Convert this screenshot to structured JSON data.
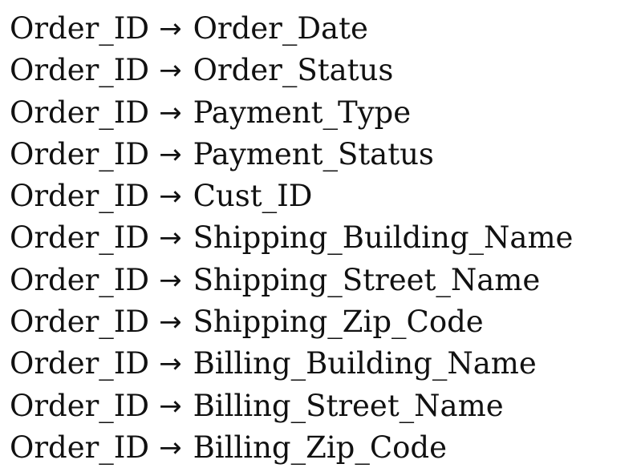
{
  "dependencies": [
    {
      "lhs": "Order_ID",
      "arrow": "→",
      "rhs": "Order_Date"
    },
    {
      "lhs": "Order_ID",
      "arrow": "→",
      "rhs": "Order_Status"
    },
    {
      "lhs": "Order_ID",
      "arrow": "→",
      "rhs": "Payment_Type"
    },
    {
      "lhs": "Order_ID",
      "arrow": "→",
      "rhs": "Payment_Status"
    },
    {
      "lhs": "Order_ID",
      "arrow": "→",
      "rhs": "Cust_ID"
    },
    {
      "lhs": "Order_ID",
      "arrow": "→",
      "rhs": "Shipping_Building_Name"
    },
    {
      "lhs": "Order_ID",
      "arrow": "→",
      "rhs": "Shipping_Street_Name"
    },
    {
      "lhs": "Order_ID",
      "arrow": "→",
      "rhs": "Shipping_Zip_Code"
    },
    {
      "lhs": "Order_ID",
      "arrow": "→",
      "rhs": "Billing_Building_Name"
    },
    {
      "lhs": "Order_ID",
      "arrow": "→",
      "rhs": "Billing_Street_Name"
    },
    {
      "lhs": "Order_ID",
      "arrow": "→",
      "rhs": "Billing_Zip_Code"
    }
  ]
}
